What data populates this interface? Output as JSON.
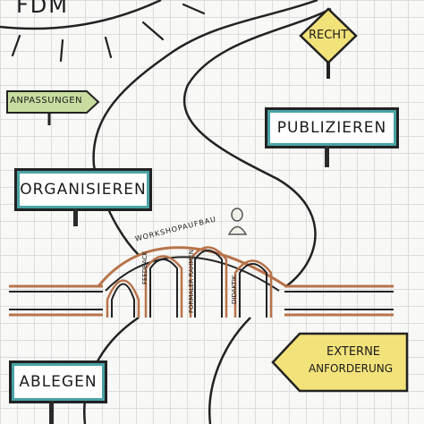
{
  "title": "FDM",
  "signs": {
    "recht": "RECHT",
    "anpassungen": "ANPASSUNGEN",
    "publizieren": "PUBLIZIEREN",
    "organisieren": "ORGANISIEREN",
    "ablegen": "ABLEGEN",
    "externe_line1": "EXTERNE",
    "externe_line2": "ANFORDERUNG"
  },
  "bridge": {
    "arch_label": "WORKSHOPAUFBAU",
    "pillars": [
      "FEEDBACK",
      "FORMALER RAHMEN",
      "DIDAKTIK"
    ]
  },
  "colors": {
    "accent_teal": "#4aa3a5",
    "bridge_brown": "#b8734a",
    "sign_yellow": "#f2e27a",
    "sign_green": "#c8dca0",
    "ink": "#222222"
  }
}
